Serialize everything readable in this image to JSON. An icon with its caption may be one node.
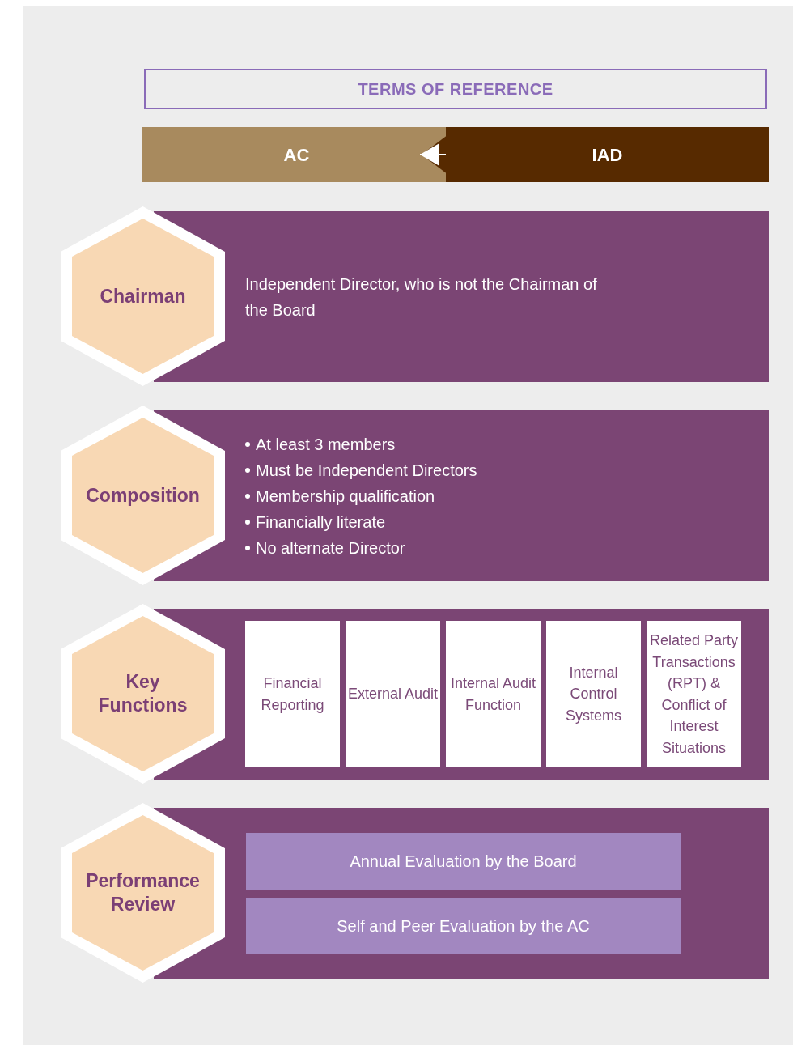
{
  "diagram": {
    "nodes": [
      {
        "text": [
          "TERMS OF REFERENCE"
        ]
      },
      {
        "text": [
          "AC"
        ]
      },
      {
        "text": [
          "IAD"
        ]
      },
      {
        "text": [
          "Chairman"
        ]
      },
      {
        "text": [
          "Independent Director, who is not the Chairman of the Board"
        ]
      },
      {
        "text": [
          "Composition"
        ]
      },
      {
        "text": [
          "At least 3 members",
          "Must be Independent Directors",
          "Membership qualification",
          "Financially literate",
          "No alternate Director"
        ]
      },
      {
        "text": [
          "Key Functions"
        ]
      },
      {
        "text": [],
        "shape": "box"
      },
      {
        "text": [
          "Financial Reporting"
        ],
        "in": 8
      },
      {
        "text": [
          "External Audit"
        ],
        "in": 8
      },
      {
        "text": [
          "Internal Audit Function"
        ],
        "in": 8
      },
      {
        "text": [
          "Internal Control Systems"
        ],
        "in": 8
      },
      {
        "text": [
          "Related Party Transactions (RPT) & Conflict of Interest Situations"
        ],
        "in": 8
      },
      {
        "text": [
          "Performance Review"
        ]
      },
      {
        "text": [],
        "shape": "box"
      },
      {
        "text": [
          "Annual Evaluation by the Board"
        ],
        "in": 15
      },
      {
        "text": [
          "Self and Peer Evaluation by the AC"
        ],
        "in": 15
      }
    ],
    "edges": [
      {
        "from": 2,
        "to": 1,
        "arrow": "to"
      }
    ]
  }
}
